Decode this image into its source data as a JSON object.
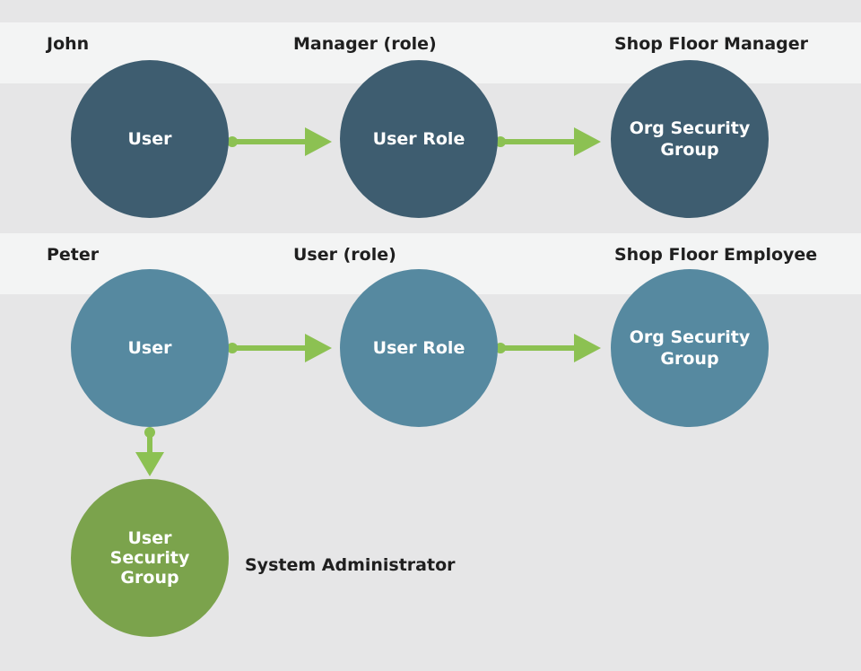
{
  "colors": {
    "background": "#e6e6e7",
    "band": "#f3f4f4",
    "node_dark": "#3e5d70",
    "node_light": "#5689a0",
    "node_green": "#7ba34c",
    "arrow": "#8cc152",
    "text_label": "#1f1f1f",
    "text_node": "#ffffff"
  },
  "row1": {
    "person": "John",
    "role": "Manager (role)",
    "group": "Shop Floor Manager",
    "nodes": {
      "user": "User",
      "user_role": "User Role",
      "org_group": "Org Security\nGroup"
    }
  },
  "row2": {
    "person": "Peter",
    "role": "User (role)",
    "group": "Shop Floor Employee",
    "nodes": {
      "user": "User",
      "user_role": "User Role",
      "org_group": "Org Security\nGroup"
    }
  },
  "admin": {
    "node": "User\nSecurity\nGroup",
    "label": "System Administrator"
  }
}
